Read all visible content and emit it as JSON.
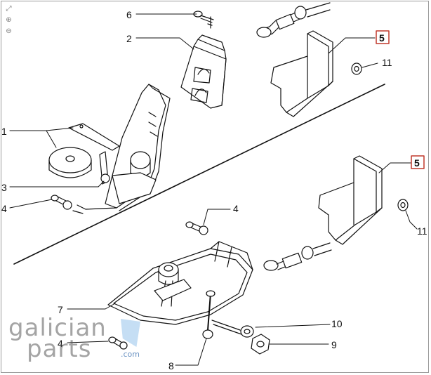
{
  "callouts": {
    "c1": "1",
    "c2": "2",
    "c3": "3",
    "c4a": "4",
    "c4b": "4",
    "c4c": "4",
    "c5a": "5",
    "c5b": "5",
    "c6": "6",
    "c7": "7",
    "c8": "8",
    "c9": "9",
    "c10": "10",
    "c11a": "11",
    "c11b": "11"
  },
  "watermark": {
    "line1": "galician",
    "line2": "parts",
    "domain": ".com"
  },
  "toolbar": {
    "icons": [
      "expand-icon",
      "zoom-in-icon",
      "zoom-out-icon"
    ]
  },
  "colors": {
    "outline": "#111111",
    "callout_box": "#c0392b",
    "watermark_text": "#5a5a5a",
    "watermark_accent": "#4678b4"
  }
}
